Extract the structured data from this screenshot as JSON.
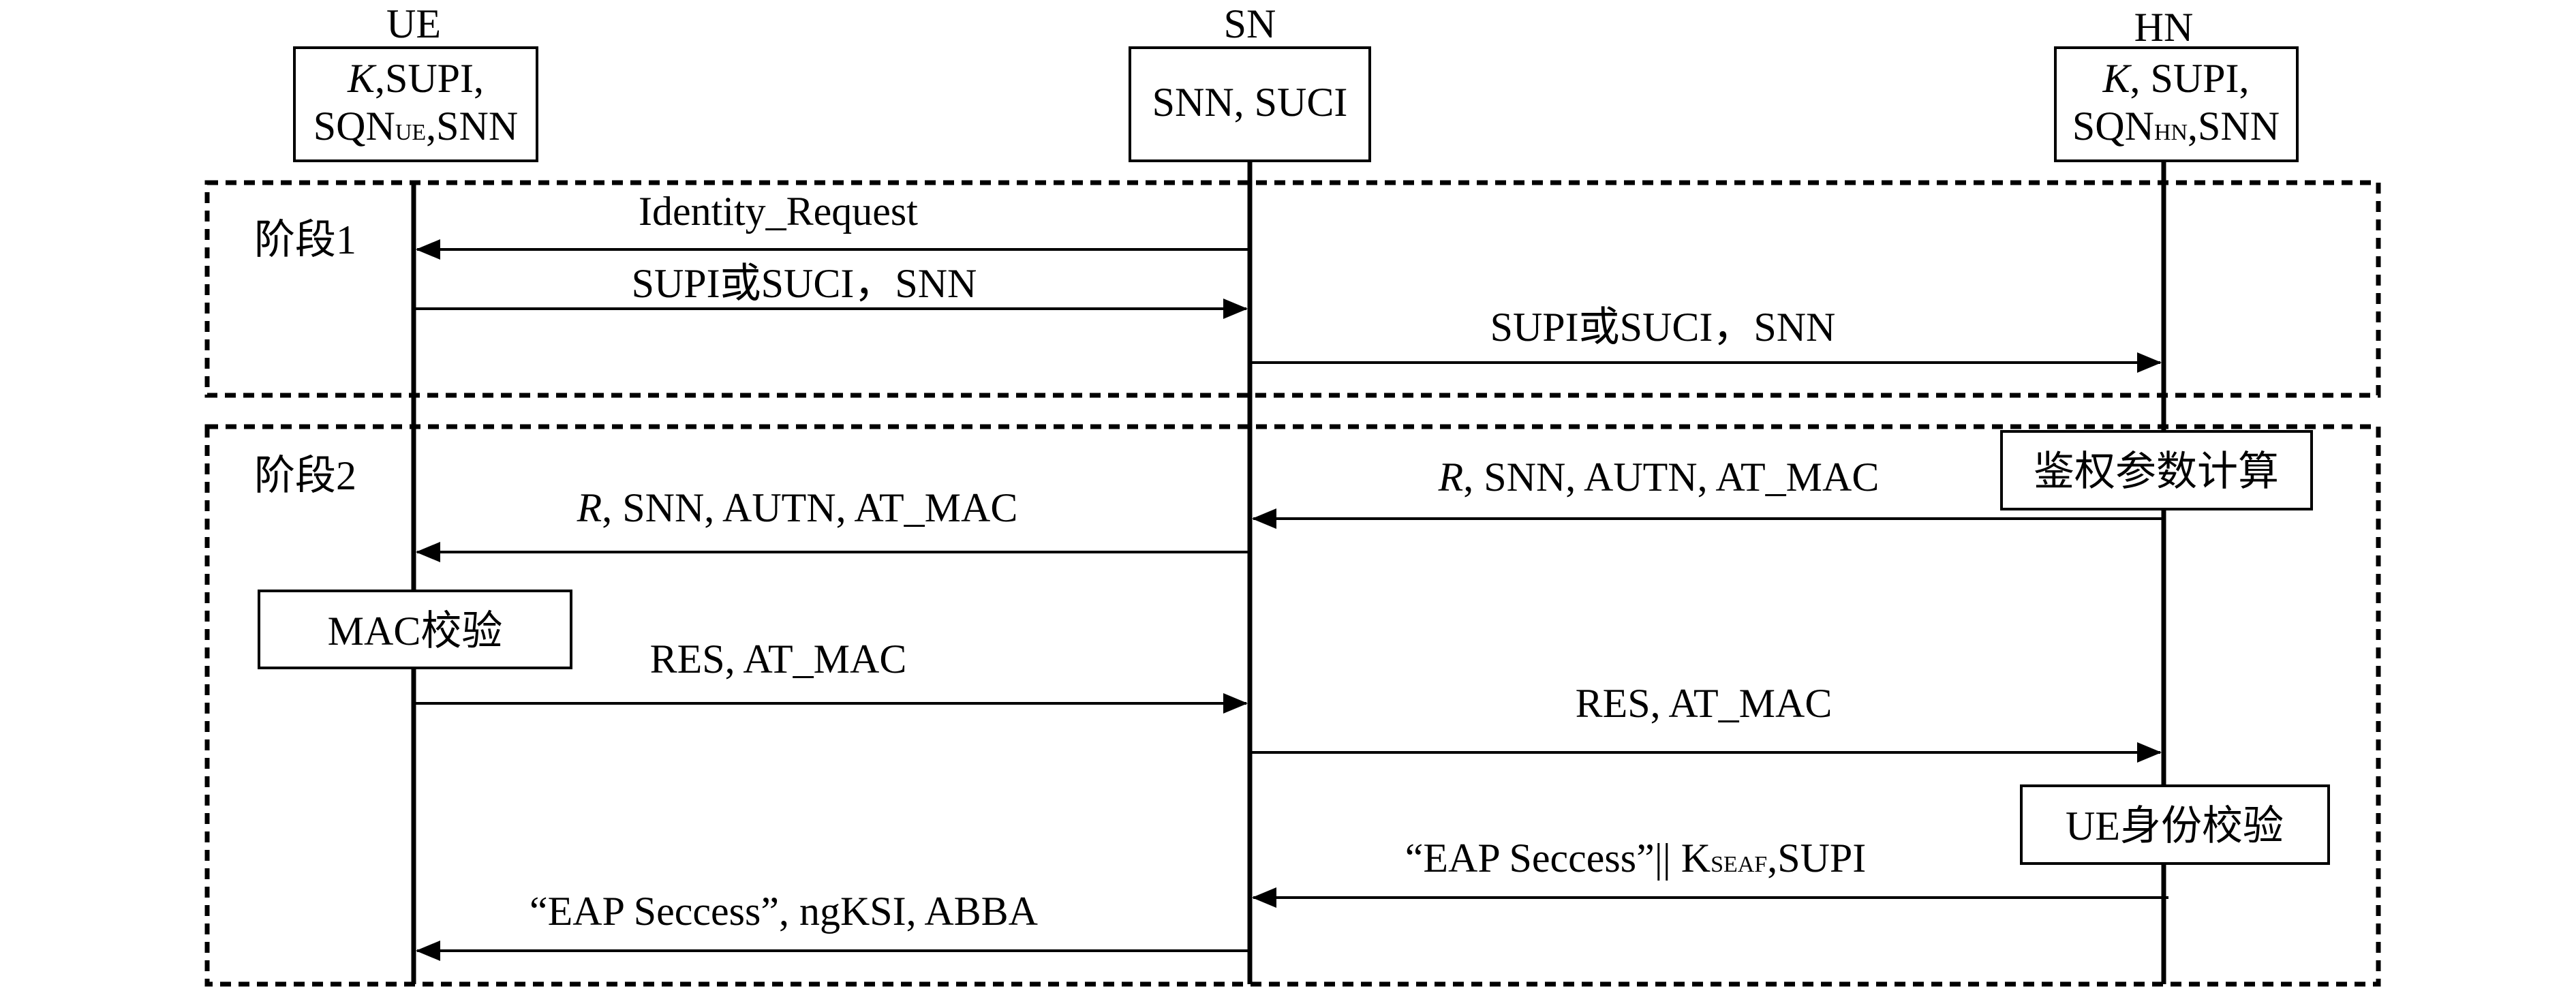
{
  "participants": {
    "ue": {
      "name": "UE",
      "box_line1_italic": "K",
      "box_line1_rest": ",SUPI,",
      "box_line2_main": "SQN",
      "box_line2_sub": "UE",
      "box_line2_rest": ",SNN"
    },
    "sn": {
      "name": "SN",
      "box_line1": "SNN, SUCI"
    },
    "hn": {
      "name": "HN",
      "box_line1_italic": "K",
      "box_line1_rest": ", SUPI,",
      "box_line2_main": "SQN",
      "box_line2_sub": "HN",
      "box_line2_rest": ",SNN"
    }
  },
  "phases": [
    {
      "label": "阶段1"
    },
    {
      "label": "阶段2"
    }
  ],
  "actions": {
    "hn_compute": "鉴权参数计算",
    "ue_mac_check": "MAC校验",
    "hn_ue_identity_check": "UE身份校验"
  },
  "messages": {
    "m1": "Identity_Request",
    "m2": "SUPI或SUCI，SNN",
    "m3": "SUPI或SUCI，SNN",
    "m4_italic": "R",
    "m4_rest": ", SNN, AUTN,  AT_MAC",
    "m5_italic": "R",
    "m5_rest": ", SNN, AUTN, AT_MAC",
    "m6": "RES, AT_MAC",
    "m7": "RES, AT_MAC",
    "m8_main": "“EAP Seccess”|| K",
    "m8_sub": "SEAF",
    "m8_rest": ",SUPI",
    "m9": "“EAP Seccess”, ngKSI, ABBA"
  }
}
